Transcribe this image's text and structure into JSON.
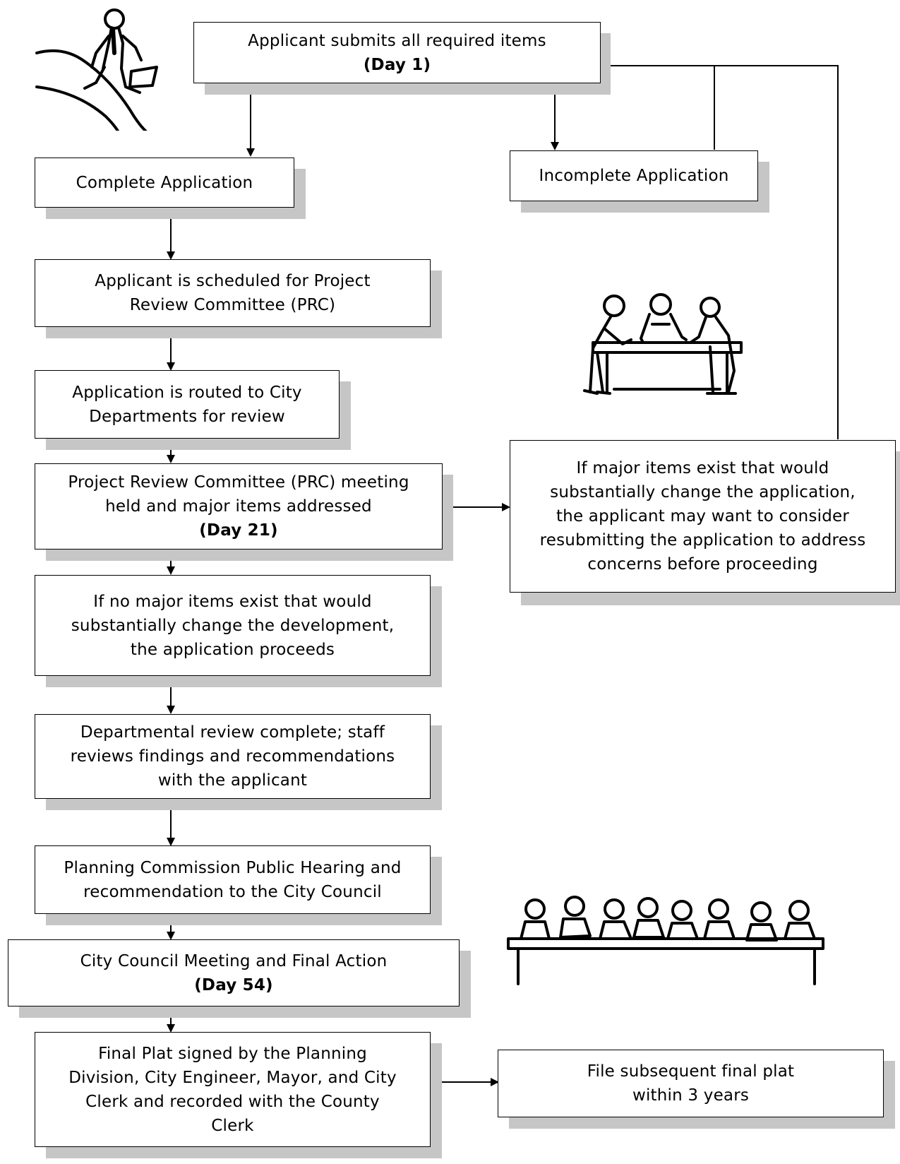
{
  "flowchart": {
    "steps": {
      "submit": [
        "Applicant submits all required items",
        "(Day 1)"
      ],
      "complete": [
        "Complete Application"
      ],
      "incomplete": [
        "Incomplete Application"
      ],
      "scheduled": [
        "Applicant is scheduled for Project",
        "Review Committee (PRC)"
      ],
      "routed": [
        "Application is routed to City",
        "Departments for review"
      ],
      "prc_meeting": [
        "Project Review Committee (PRC) meeting",
        "held and major items addressed",
        "(Day 21)"
      ],
      "major_items": [
        "If major items exist that would",
        "substantially change the application,",
        "the applicant may want to consider",
        "resubmitting the application to address",
        "concerns before proceeding"
      ],
      "no_major": [
        "If no major items exist that would",
        "substantially change the development,",
        "the application proceeds"
      ],
      "dept_review": [
        "Departmental review complete; staff",
        "reviews findings and recommendations",
        "with the applicant"
      ],
      "planning": [
        "Planning Commission Public Hearing and",
        "recommendation to the City Council"
      ],
      "council": [
        "City Council Meeting and Final Action",
        "(Day 54)"
      ],
      "final_plat": [
        "Final Plat signed by the Planning",
        "Division, City Engineer, Mayor, and City",
        "Clerk and recorded with the County",
        "Clerk"
      ],
      "file_plat": [
        "File subsequent final plat",
        "within 3 years"
      ]
    },
    "illustrations": [
      "businessman-running-icon",
      "committee-meeting-icon",
      "city-council-icon"
    ]
  }
}
